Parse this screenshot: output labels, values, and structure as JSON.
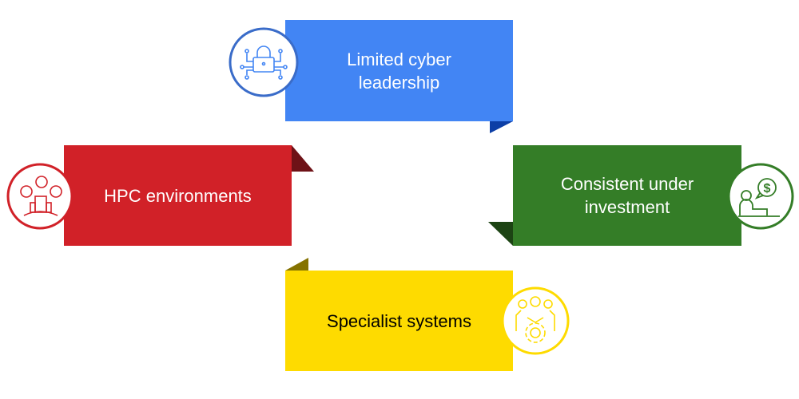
{
  "items": [
    {
      "label_lines": [
        "Limited cyber",
        "leadership"
      ],
      "icon": "cyber-lock-icon",
      "color": "#4285f4",
      "fold_color": "#0d3fa6",
      "ring_color": "#3a6cc9",
      "text_color": "#ffffff"
    },
    {
      "label_lines": [
        "Consistent under",
        "investment"
      ],
      "icon": "person-money-icon",
      "color": "#347d27",
      "fold_color": "#1d4414",
      "ring_color": "#347d27",
      "text_color": "#ffffff"
    },
    {
      "label_lines": [
        "Specialist systems"
      ],
      "icon": "team-gear-icon",
      "color": "#fedb00",
      "fold_color": "#857200",
      "ring_color": "#fedb00",
      "text_color": "#000000"
    },
    {
      "label_lines": [
        "HPC environments"
      ],
      "icon": "city-network-icon",
      "color": "#d12128",
      "fold_color": "#6e1217",
      "ring_color": "#d12128",
      "text_color": "#ffffff"
    }
  ]
}
